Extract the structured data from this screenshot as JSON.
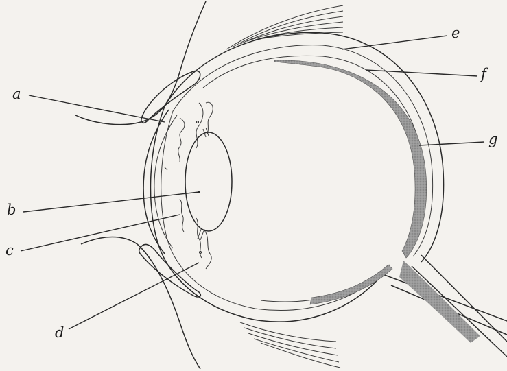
{
  "labels": {
    "a": "a",
    "b": "b",
    "c": "c",
    "d": "d",
    "e": "e",
    "f": "f",
    "g": "g"
  },
  "colors": {
    "background": "#f4f2ee",
    "ink": "#2a2a2a",
    "retina_shade": "#8c8c8c"
  }
}
